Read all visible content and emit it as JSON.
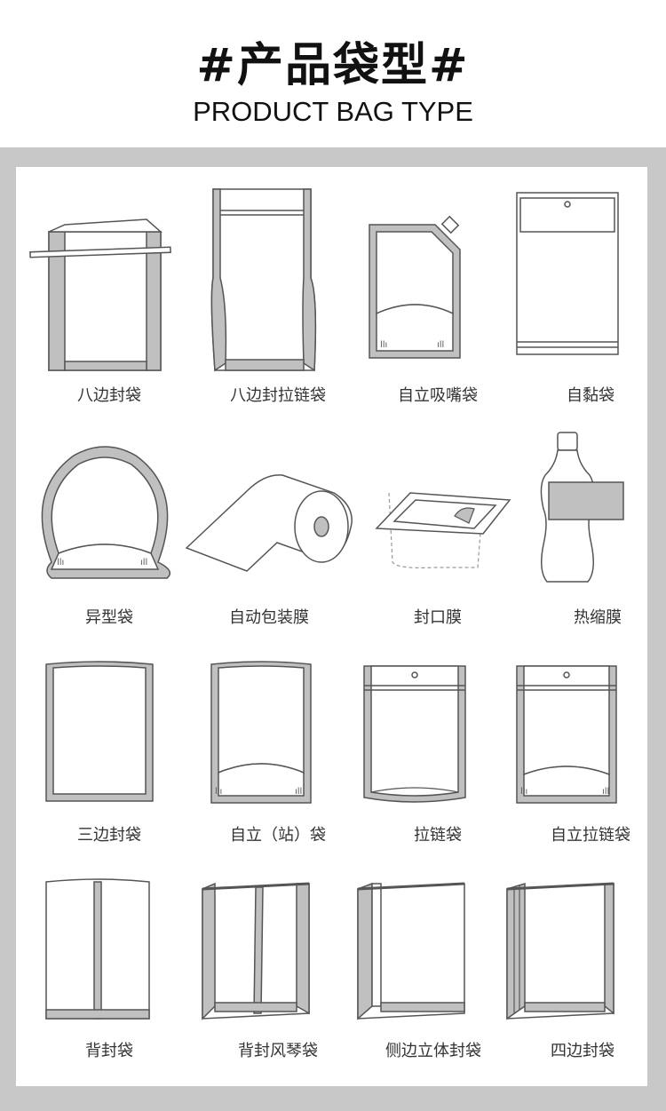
{
  "header": {
    "title": "#产品袋型#",
    "subtitle": "PRODUCT BAG TYPE"
  },
  "colors": {
    "frame": "#c8c8c8",
    "seal": "#b4b4b4",
    "line": "#555555"
  },
  "bags": [
    {
      "label": "八边封袋",
      "icon": "eight-side-seal-bag-icon"
    },
    {
      "label": "八边封拉链袋",
      "icon": "eight-side-zipper-bag-icon"
    },
    {
      "label": "自立吸嘴袋",
      "icon": "spout-pouch-icon"
    },
    {
      "label": "自黏袋",
      "icon": "self-adhesive-bag-icon"
    },
    {
      "label": "异型袋",
      "icon": "shaped-bag-icon"
    },
    {
      "label": "自动包装膜",
      "icon": "film-roll-icon"
    },
    {
      "label": "封口膜",
      "icon": "lidding-film-icon"
    },
    {
      "label": "热缩膜",
      "icon": "shrink-sleeve-bottle-icon"
    },
    {
      "label": "三边封袋",
      "icon": "three-side-seal-bag-icon"
    },
    {
      "label": "自立（站）袋",
      "icon": "stand-up-pouch-icon"
    },
    {
      "label": "拉链袋",
      "icon": "zipper-bag-icon"
    },
    {
      "label": "自立拉链袋",
      "icon": "stand-up-zipper-pouch-icon"
    },
    {
      "label": "背封袋",
      "icon": "back-seal-bag-icon"
    },
    {
      "label": "背封风琴袋",
      "icon": "back-seal-gusset-bag-icon"
    },
    {
      "label": "侧边立体封袋",
      "icon": "side-gusset-bag-icon"
    },
    {
      "label": "四边封袋",
      "icon": "four-side-seal-bag-icon"
    }
  ]
}
